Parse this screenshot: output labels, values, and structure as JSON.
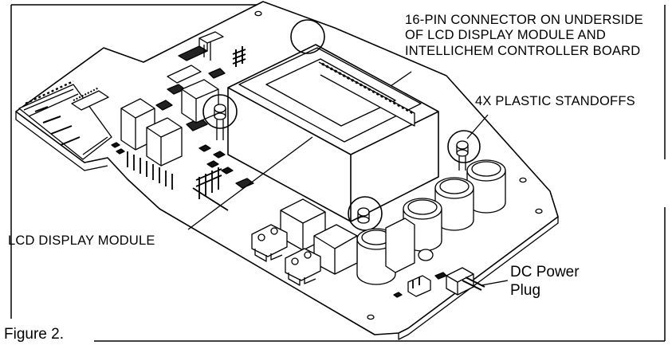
{
  "labels": {
    "connector": [
      "16-PIN CONNECTOR ON UNDERSIDE",
      "OF LCD DISPLAY MODULE AND",
      "INTELLICHEM CONTROLLER BOARD"
    ],
    "standoffs": "4X PLASTIC STANDOFFS",
    "lcd_module": "LCD DISPLAY MODULE",
    "dc_power": [
      "DC Power",
      "Plug"
    ],
    "figure_caption": "Figure 2."
  },
  "colors": {
    "line": "#000000",
    "background": "#ffffff"
  }
}
